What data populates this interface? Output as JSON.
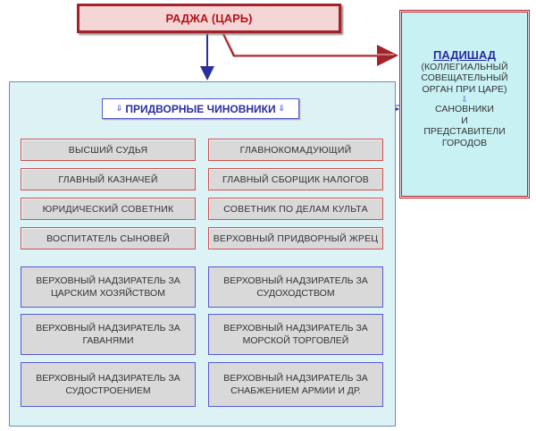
{
  "raja": "РАДЖА (ЦАРЬ)",
  "padishad": {
    "title": "ПАДИШАД",
    "line1": "(КОЛЛЕГИАЛЬНЫЙ",
    "line2": "СОВЕЩАТЕЛЬНЫЙ",
    "line3": "ОРГАН ПРИ ЦАРЕ)",
    "line4": "САНОВНИКИ",
    "line5": "И",
    "line6": "ПРЕДСТАВИТЕЛИ",
    "line7": "ГОРОДОВ"
  },
  "officials_title": "ПРИДВОРНЫЕ ЧИНОВНИКИ",
  "left_column": [
    "ВЫСШИЙ СУДЬЯ",
    "ГЛАВНЫЙ КАЗНАЧЕЙ",
    "ЮРИДИЧЕСКИЙ СОВЕТНИК",
    "ВОСПИТАТЕЛЬ СЫНОВЕЙ"
  ],
  "right_column": [
    "ГЛАВНОКОМАДУЮЩИЙ",
    "ГЛАВНЫЙ СБОРЩИК НАЛОГОВ",
    "СОВЕТНИК ПО ДЕЛАМ КУЛЬТА",
    "ВЕРХОВНЫЙ ПРИДВОРНЫЙ ЖРЕЦ"
  ],
  "supervisors_left": [
    [
      "ВЕРХОВНЫЙ НАДЗИРАТЕЛЬ ЗА",
      "ЦАРСКИМ ХОЗЯЙСТВОМ"
    ],
    [
      "ВЕРХОВНЫЙ НАДЗИРАТЕЛЬ ЗА",
      "ГАВАНЯМИ"
    ],
    [
      "ВЕРХОВНЫЙ НАДЗИРАТЕЛЬ ЗА",
      "СУДОСТРОЕНИЕМ"
    ]
  ],
  "supervisors_right": [
    [
      "ВЕРХОВНЫЙ НАДЗИРАТЕЛЬ ЗА",
      "СУДОХОДСТВОМ"
    ],
    [
      "ВЕРХОВНЫЙ НАДЗИРАТЕЛЬ ЗА",
      "МОРСКОЙ ТОРГОВЛЕЙ"
    ],
    [
      "ВЕРХОВНЫЙ НАДЗИРАТЕЛЬ ЗА",
      "СНАБЖЕНИЕМ АРМИИ И ДР."
    ]
  ],
  "colors": {
    "raja_border": "#a3222b",
    "raja_text": "#b3151d",
    "container_bg": "#ddf2f5",
    "box_bg": "#d9d9d9",
    "red_border": "#d05050",
    "blue_border": "#5a5ad0",
    "arrow": "#3a3aa8"
  },
  "icons": [
    "down-arrow-icon",
    "connector-arrow-icon"
  ]
}
